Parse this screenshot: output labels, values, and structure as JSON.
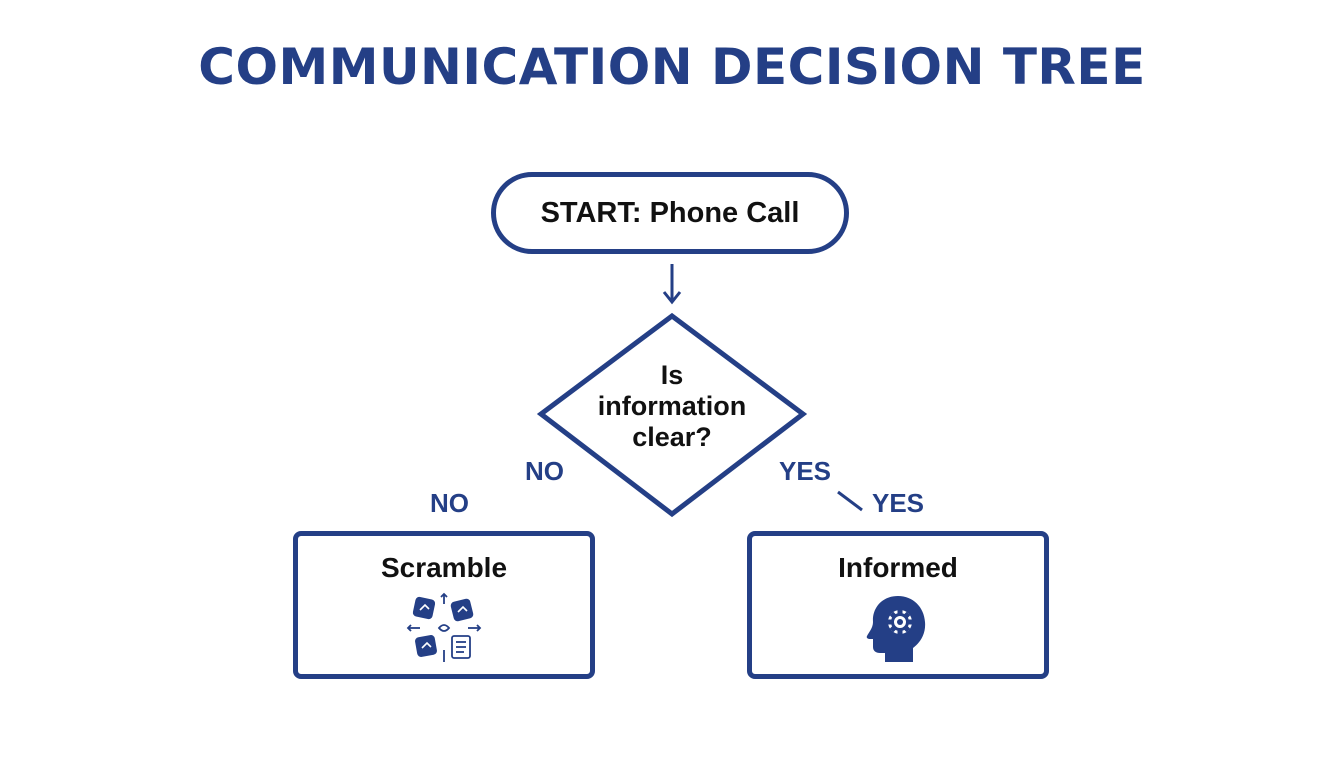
{
  "title": "COMMUNICATION DECISION TREE",
  "start": {
    "label": "START: Phone Call"
  },
  "decision": {
    "lines": [
      "Is",
      "information",
      "clear?"
    ]
  },
  "edges": {
    "no_near": "NO",
    "no_far": "NO",
    "yes_near": "YES",
    "yes_far": "YES"
  },
  "outcomes": {
    "no": {
      "label": "Scramble",
      "icon": "scattered-pieces-icon"
    },
    "yes": {
      "label": "Informed",
      "icon": "head-gear-icon"
    }
  },
  "colors": {
    "accent": "#243f86",
    "text": "#111111",
    "background": "#ffffff"
  }
}
